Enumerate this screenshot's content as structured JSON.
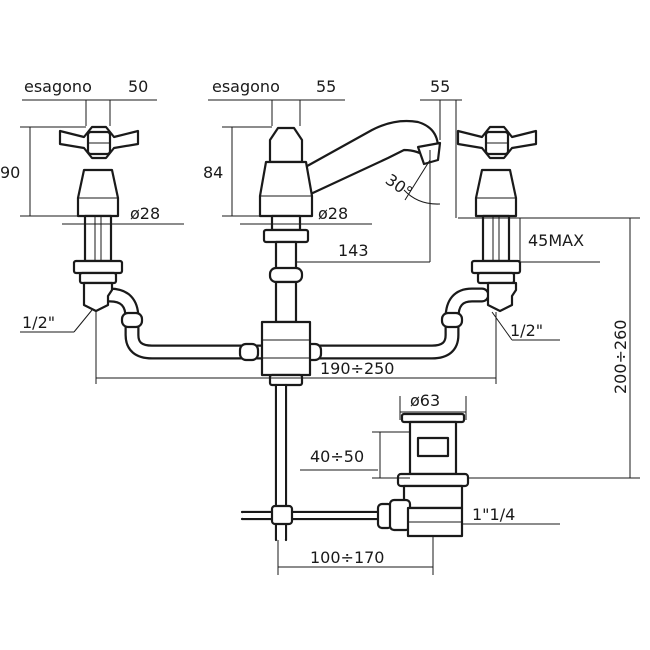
{
  "labels": {
    "hex_left": "esagono",
    "hex_left_value": "50",
    "hex_center": "esagono",
    "hex_center_value": "55",
    "spout_reach_top": "55",
    "height_left": "90",
    "height_center": "84",
    "angle": "30°",
    "dia_left": "ø28",
    "dia_center": "ø28",
    "max_deck": "45MAX",
    "spout_reach": "143",
    "thread_left": "1/2\"",
    "thread_right": "1/2\"",
    "centers_range": "190÷250",
    "total_height": "200÷260",
    "waste_dia": "ø63",
    "waste_height": "40÷50",
    "waste_thread": "1\"1/4",
    "rod_range": "100÷170"
  }
}
